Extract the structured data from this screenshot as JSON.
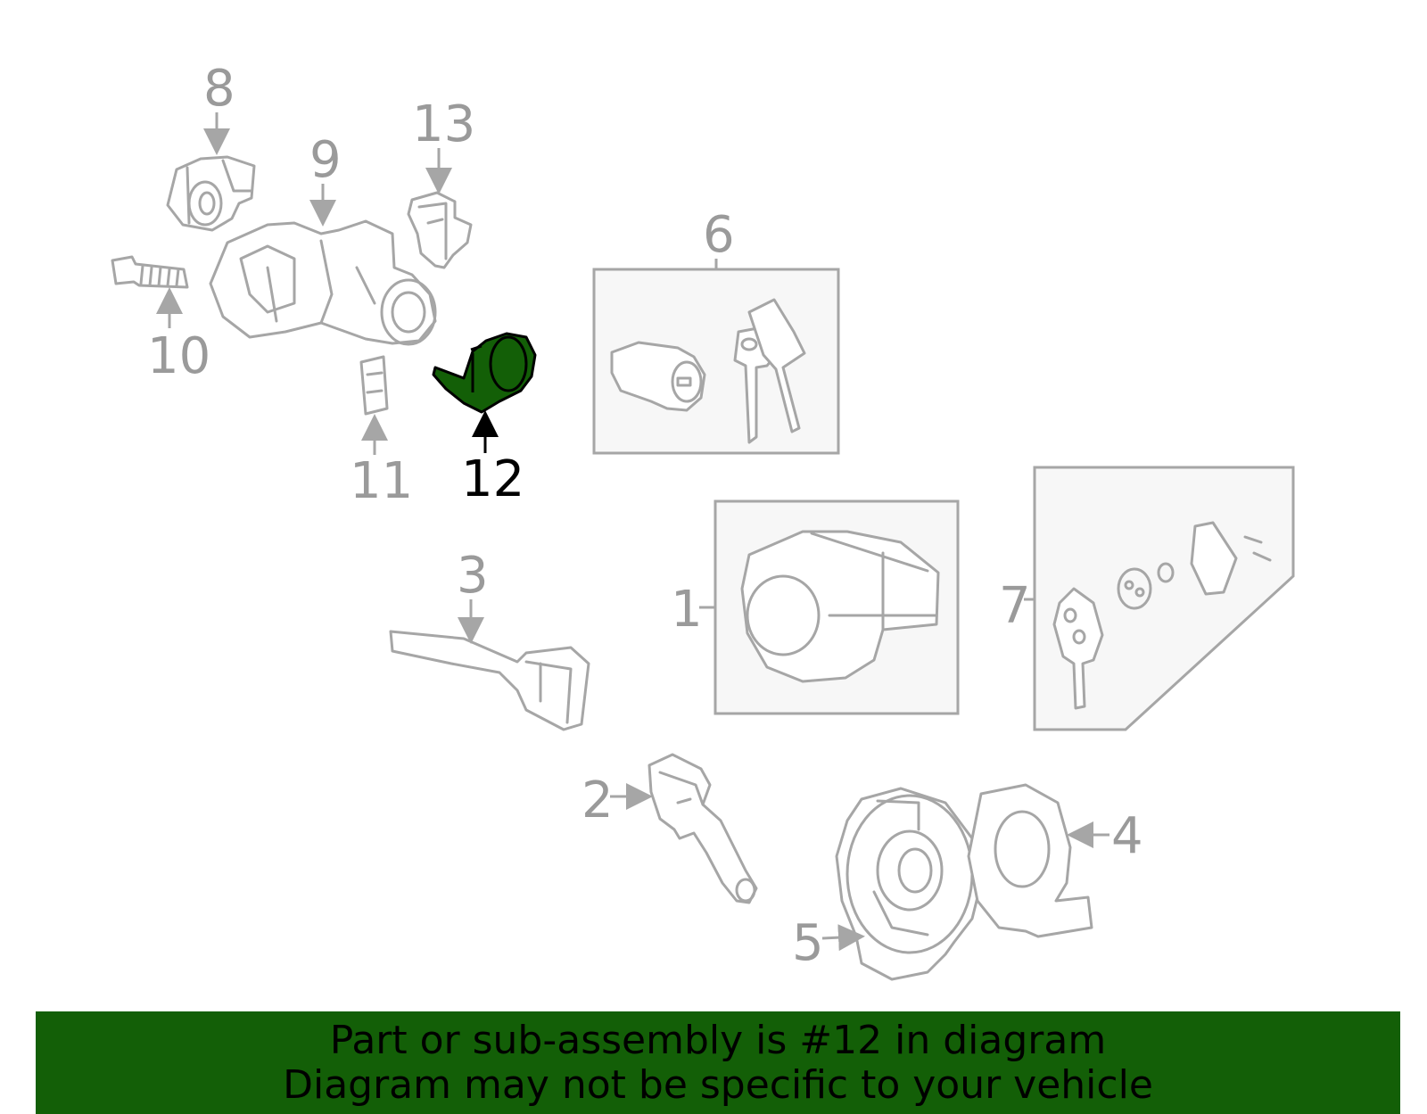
{
  "diagram": {
    "highlight_color": "#135f07",
    "callouts": {
      "c1": "1",
      "c2": "2",
      "c3": "3",
      "c4": "4",
      "c5": "5",
      "c6": "6",
      "c7": "7",
      "c8": "8",
      "c9": "9",
      "c10": "10",
      "c11": "11",
      "c12": "12",
      "c13": "13"
    },
    "highlighted_part": "12"
  },
  "banner": {
    "line1": "Part or sub-assembly is #12 in diagram",
    "line2": "Diagram may not be specific to your vehicle"
  }
}
